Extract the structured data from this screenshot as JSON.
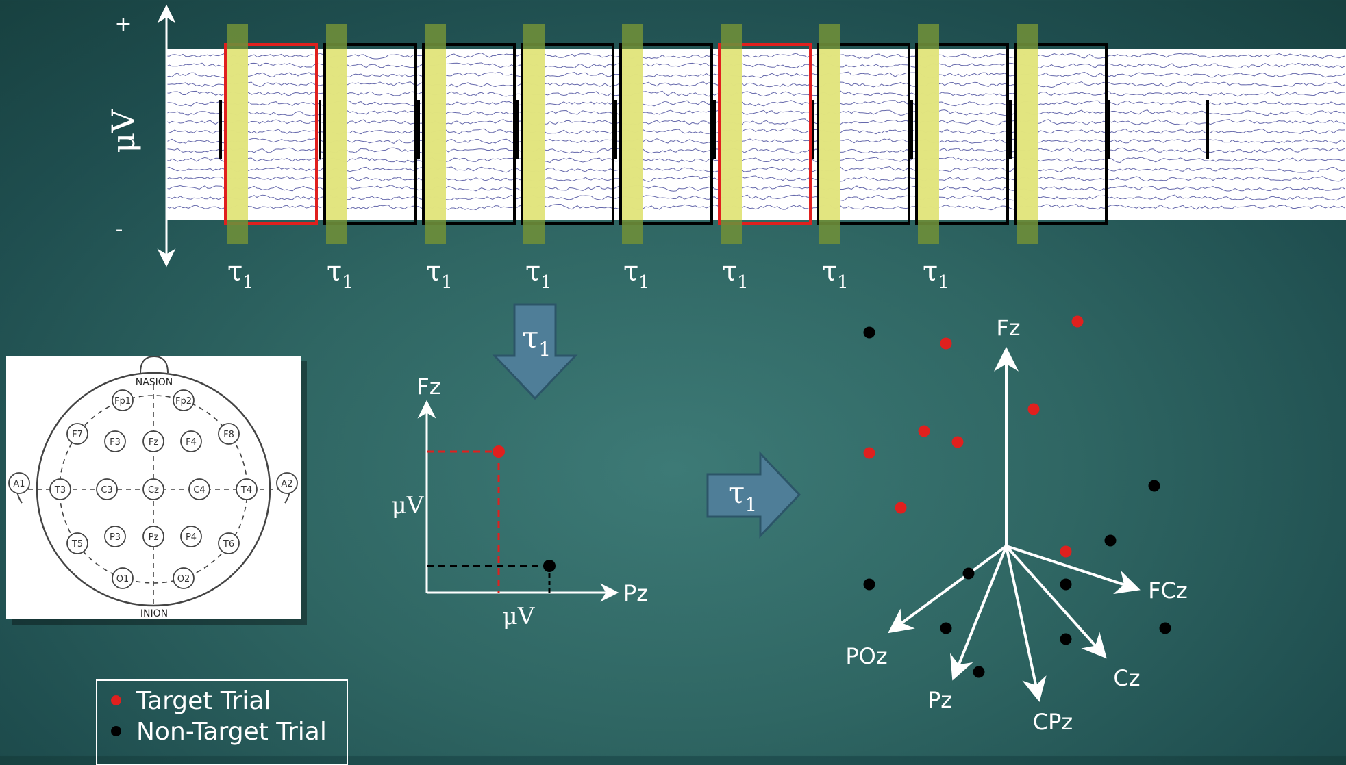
{
  "eeg_strip": {
    "axis_plus": "+",
    "axis_minus": "-",
    "axis_label": "μV",
    "window_label": "τ",
    "window_subscript": "1",
    "window_count": 8,
    "highlight_count": 9,
    "target_trial_indices": [
      0,
      5
    ],
    "target_color": "#e0201e",
    "nontarget_color": "#000000",
    "highlight_color": "#f4f28a",
    "band_color": "#6e8e3a",
    "trace_color": "#4b4f9e"
  },
  "down_arrow": {
    "label": "τ",
    "subscript": "1"
  },
  "right_arrow": {
    "label": "τ",
    "subscript": "1"
  },
  "electrode_map": {
    "top_label": "NASION",
    "bottom_label": "INION",
    "electrodes": [
      "Fp1",
      "Fp2",
      "F7",
      "F3",
      "Fz",
      "F4",
      "F8",
      "A1",
      "T3",
      "C3",
      "Cz",
      "C4",
      "T4",
      "A2",
      "T5",
      "P3",
      "Pz",
      "P4",
      "T6",
      "O1",
      "O2"
    ]
  },
  "scatter_2d": {
    "y_label": "Fz",
    "x_label": "Pz",
    "y_unit": "μV",
    "x_unit": "μV"
  },
  "projection_3d": {
    "axes": [
      "Fz",
      "FCz",
      "Cz",
      "CPz",
      "Pz",
      "POz"
    ]
  },
  "legend": {
    "items": [
      {
        "label": "Target Trial",
        "color": "#e0201e"
      },
      {
        "label": "Non-Target Trial",
        "color": "#000000"
      }
    ]
  }
}
